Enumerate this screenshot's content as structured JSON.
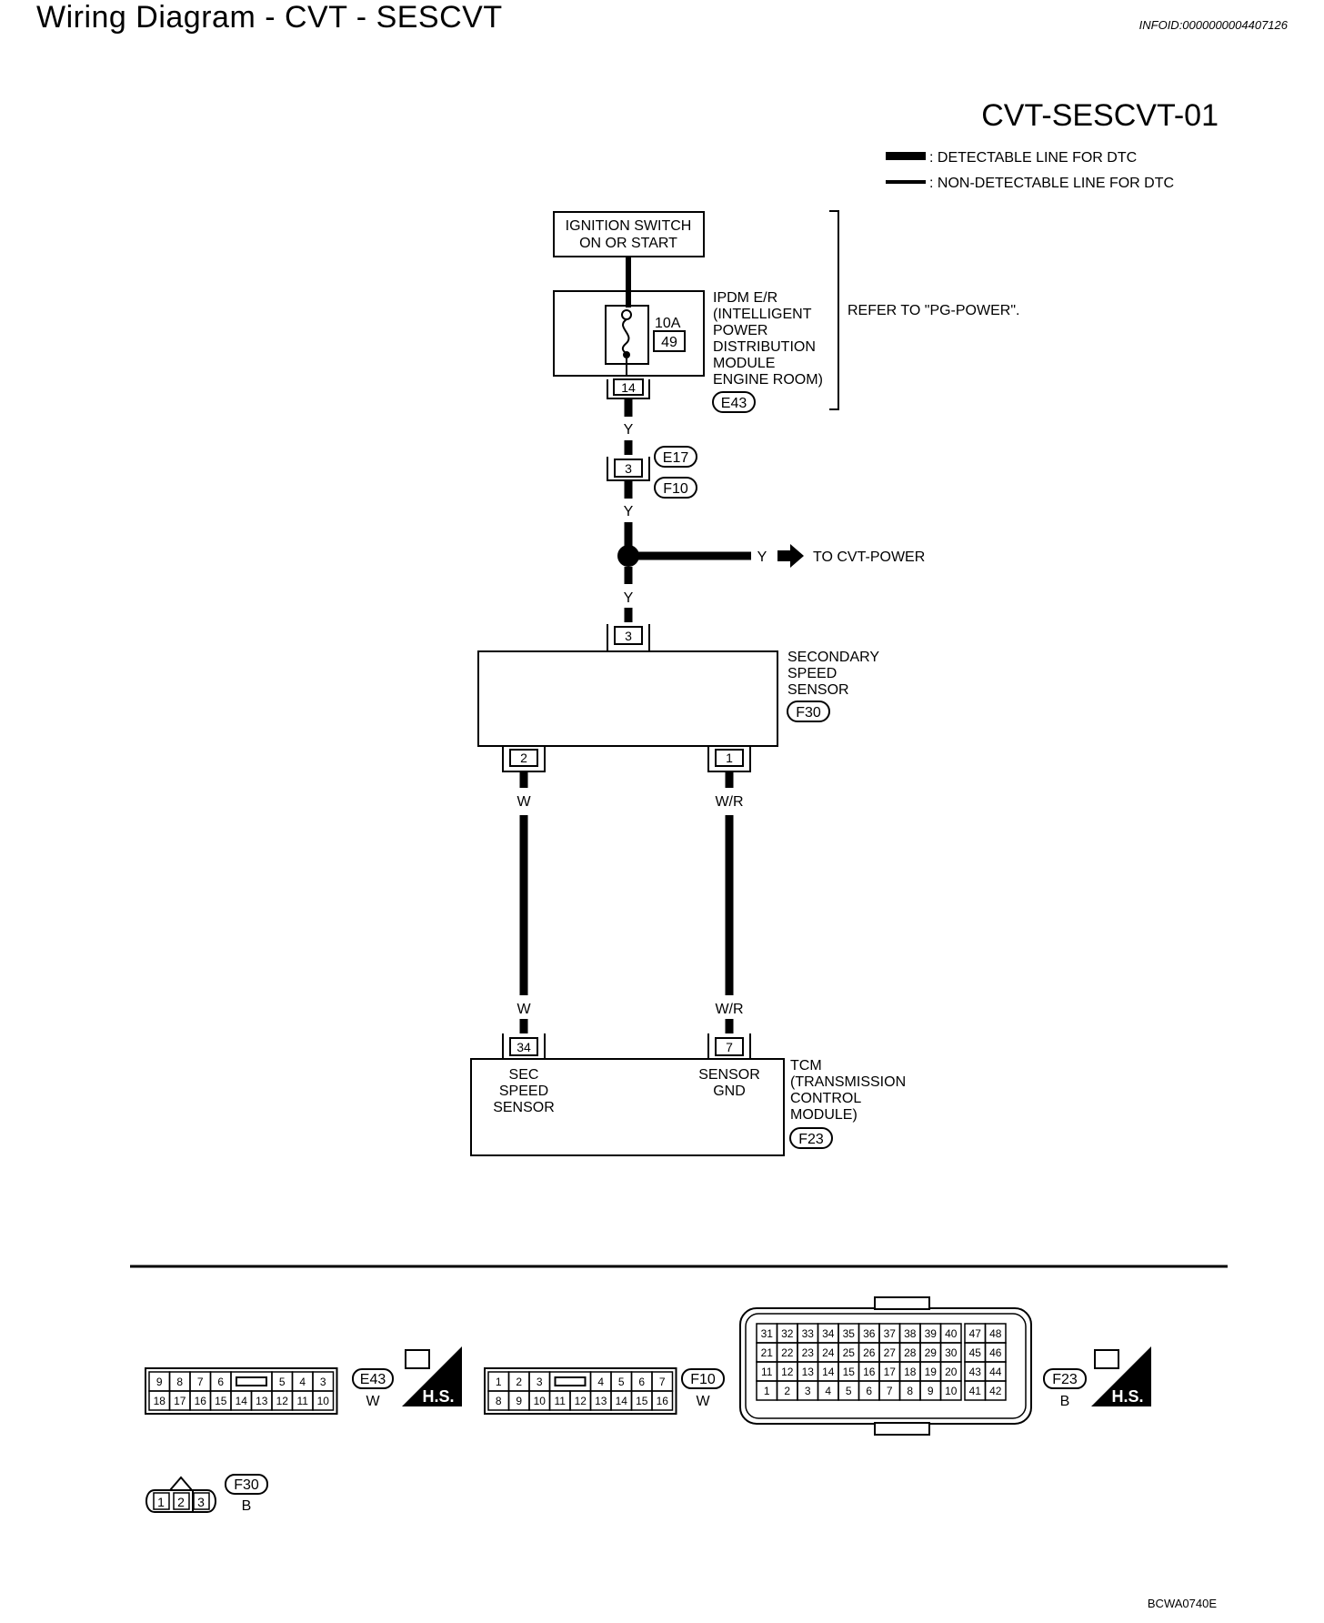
{
  "header": {
    "title": "Wiring Diagram - CVT - SESCVT",
    "info_id": "INFOID:0000000004407126"
  },
  "diagram": {
    "code": "CVT-SESCVT-01",
    "legend": {
      "detectable": ": DETECTABLE LINE FOR DTC",
      "non_detectable": ": NON-DETECTABLE LINE FOR DTC"
    },
    "ignition": {
      "line1": "IGNITION SWITCH",
      "line2": "ON OR START"
    },
    "ipdm": {
      "fuse_amp": "10A",
      "fuse_no": "49",
      "lines": [
        "IPDM E/R",
        "(INTELLIGENT",
        "POWER",
        "DISTRIBUTION",
        "MODULE",
        "ENGINE ROOM)"
      ],
      "pin": "14",
      "connector": "E43",
      "refer": "REFER TO \"PG-POWER\"."
    },
    "junction": {
      "pin": "3",
      "conn_top": "E17",
      "conn_bottom": "F10"
    },
    "wire_colors": {
      "y": "Y",
      "w": "W",
      "wr": "W/R"
    },
    "to_cvt_power": "TO CVT-POWER",
    "sec_speed_sensor": {
      "lines": [
        "SECONDARY",
        "SPEED",
        "SENSOR"
      ],
      "connector": "F30",
      "pin_top": "3",
      "pin_left": "2",
      "pin_right": "1"
    },
    "tcm": {
      "lines": [
        "TCM",
        "(TRANSMISSION",
        "CONTROL",
        "MODULE)"
      ],
      "connector": "F23",
      "pin_left": "34",
      "pin_right": "7",
      "left_label": [
        "SEC",
        "SPEED",
        "SENSOR"
      ],
      "right_label": [
        "SENSOR",
        "GND"
      ]
    }
  },
  "connectors": {
    "e43": {
      "id": "E43",
      "color": "W",
      "top": [
        "9",
        "8",
        "7",
        "6",
        "",
        "5",
        "4",
        "3"
      ],
      "bottom": [
        "18",
        "17",
        "16",
        "15",
        "14",
        "13",
        "12",
        "11",
        "10"
      ]
    },
    "f10": {
      "id": "F10",
      "color": "W",
      "top": [
        "1",
        "2",
        "3",
        "",
        "4",
        "5",
        "6",
        "7"
      ],
      "bottom": [
        "8",
        "9",
        "10",
        "11",
        "12",
        "13",
        "14",
        "15",
        "16"
      ]
    },
    "f23": {
      "id": "F23",
      "color": "B",
      "rows": [
        [
          "31",
          "32",
          "33",
          "34",
          "35",
          "36",
          "37",
          "38",
          "39",
          "40",
          "47",
          "48"
        ],
        [
          "21",
          "22",
          "23",
          "24",
          "25",
          "26",
          "27",
          "28",
          "29",
          "30",
          "45",
          "46"
        ],
        [
          "11",
          "12",
          "13",
          "14",
          "15",
          "16",
          "17",
          "18",
          "19",
          "20",
          "43",
          "44"
        ],
        [
          "1",
          "2",
          "3",
          "4",
          "5",
          "6",
          "7",
          "8",
          "9",
          "10",
          "41",
          "42"
        ]
      ]
    },
    "f30": {
      "id": "F30",
      "color": "B",
      "pins": [
        "1",
        "2",
        "3"
      ]
    },
    "hs_label": "H.S."
  },
  "footer": {
    "code": "BCWA0740E"
  }
}
